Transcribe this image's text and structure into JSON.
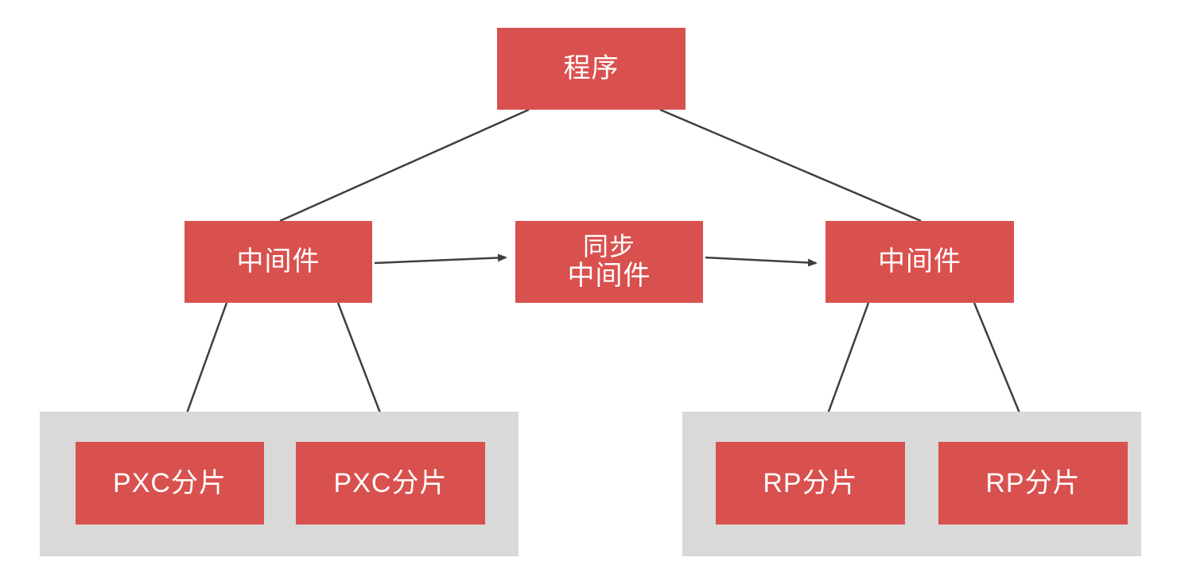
{
  "diagram": {
    "nodes": {
      "program": {
        "label": "程序"
      },
      "middleware_left": {
        "label": "中间件"
      },
      "sync_middleware": {
        "label_line1": "同步",
        "label_line2": "中间件"
      },
      "middleware_right": {
        "label": "中间件"
      },
      "pxc_shard_1": {
        "label": "PXC分片"
      },
      "pxc_shard_2": {
        "label": "PXC分片"
      },
      "rp_shard_1": {
        "label": "RP分片"
      },
      "rp_shard_2": {
        "label": "RP分片"
      }
    },
    "edges": [
      {
        "from": "program",
        "to": "middleware_left",
        "type": "line"
      },
      {
        "from": "program",
        "to": "middleware_right",
        "type": "line"
      },
      {
        "from": "middleware_left",
        "to": "sync_middleware",
        "type": "arrow"
      },
      {
        "from": "sync_middleware",
        "to": "middleware_right",
        "type": "arrow"
      },
      {
        "from": "middleware_left",
        "to": "pxc_shard_1",
        "type": "line"
      },
      {
        "from": "middleware_left",
        "to": "pxc_shard_2",
        "type": "line"
      },
      {
        "from": "middleware_right",
        "to": "rp_shard_1",
        "type": "line"
      },
      {
        "from": "middleware_right",
        "to": "rp_shard_2",
        "type": "line"
      }
    ],
    "colors": {
      "node_fill": "#d9514e",
      "node_text": "#ffffff",
      "group_fill": "#d9d9d9",
      "connector": "#3f3f3f",
      "background": "#ffffff"
    }
  }
}
